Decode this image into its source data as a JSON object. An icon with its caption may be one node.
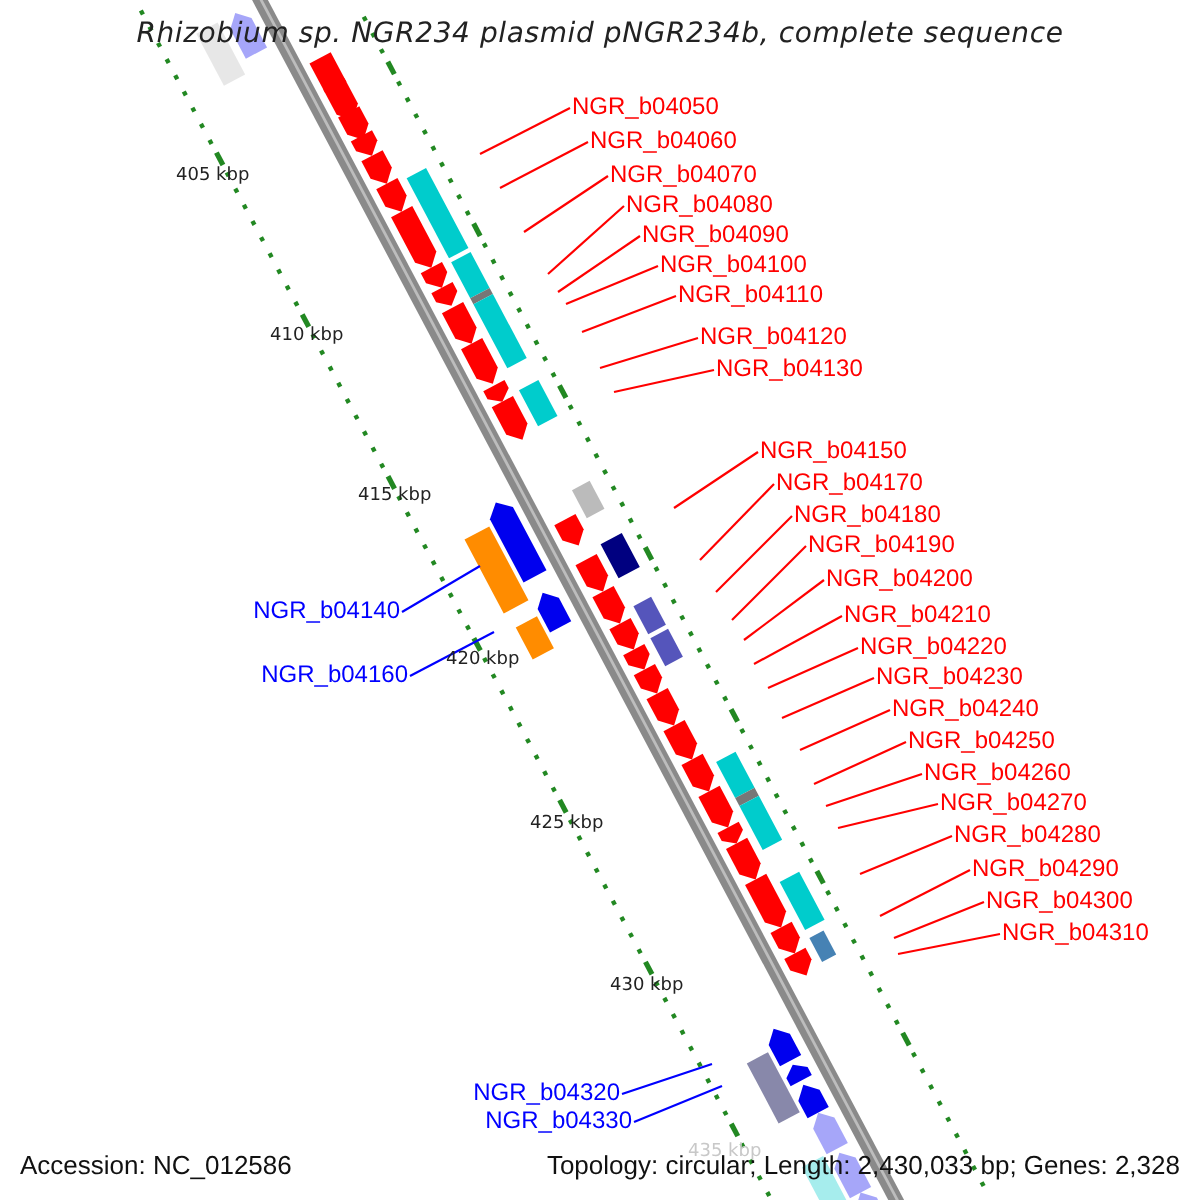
{
  "diagram": {
    "title": "Rhizobium sp. NGR234 plasmid pNGR234b, complete sequence",
    "nodes": [
      {
        "text": [
          "NGR_b04050"
        ]
      },
      {
        "text": [
          "NGR_b04060"
        ]
      },
      {
        "text": [
          "NGR_b04070"
        ]
      },
      {
        "text": [
          "NGR_b04080"
        ]
      },
      {
        "text": [
          "NGR_b04090"
        ]
      },
      {
        "text": [
          "NGR_b04100"
        ]
      },
      {
        "text": [
          "NGR_b04110"
        ]
      },
      {
        "text": [
          "NGR_b04120"
        ]
      },
      {
        "text": [
          "NGR_b04130"
        ]
      },
      {
        "text": [
          "NGR_b04140"
        ]
      },
      {
        "text": [
          "NGR_b04150"
        ]
      },
      {
        "text": [
          "NGR_b04160"
        ]
      },
      {
        "text": [
          "NGR_b04170"
        ]
      },
      {
        "text": [
          "NGR_b04180"
        ]
      },
      {
        "text": [
          "NGR_b04190"
        ]
      },
      {
        "text": [
          "NGR_b04200"
        ]
      },
      {
        "text": [
          "NGR_b04210"
        ]
      },
      {
        "text": [
          "NGR_b04220"
        ]
      },
      {
        "text": [
          "NGR_b04230"
        ]
      },
      {
        "text": [
          "NGR_b04240"
        ]
      },
      {
        "text": [
          "NGR_b04250"
        ]
      },
      {
        "text": [
          "NGR_b04260"
        ]
      },
      {
        "text": [
          "NGR_b04270"
        ]
      },
      {
        "text": [
          "NGR_b04280"
        ]
      },
      {
        "text": [
          "NGR_b04290"
        ]
      },
      {
        "text": [
          "NGR_b04300"
        ]
      },
      {
        "text": [
          "NGR_b04310"
        ]
      },
      {
        "text": [
          "NGR_b04320"
        ]
      },
      {
        "text": [
          "NGR_b04330"
        ]
      }
    ],
    "edges": [
      {
        "from": 0,
        "to": null,
        "arrow": "none"
      },
      {
        "from": 1,
        "to": null,
        "arrow": "none"
      },
      {
        "from": 2,
        "to": null,
        "arrow": "none"
      },
      {
        "from": 3,
        "to": null,
        "arrow": "none"
      },
      {
        "from": 4,
        "to": null,
        "arrow": "none"
      },
      {
        "from": 5,
        "to": null,
        "arrow": "none"
      },
      {
        "from": 6,
        "to": null,
        "arrow": "none"
      },
      {
        "from": 7,
        "to": null,
        "arrow": "none"
      },
      {
        "from": 8,
        "to": null,
        "arrow": "none"
      },
      {
        "from": 9,
        "to": null,
        "arrow": "none",
        "color": "#0000ff"
      },
      {
        "from": 10,
        "to": null,
        "arrow": "none"
      },
      {
        "from": 11,
        "to": null,
        "arrow": "none",
        "color": "#0000ff"
      },
      {
        "from": 12,
        "to": null,
        "arrow": "none"
      },
      {
        "from": 13,
        "to": null,
        "arrow": "none"
      },
      {
        "from": 14,
        "to": null,
        "arrow": "none"
      },
      {
        "from": 15,
        "to": null,
        "arrow": "none"
      },
      {
        "from": 16,
        "to": null,
        "arrow": "none"
      },
      {
        "from": 17,
        "to": null,
        "arrow": "none"
      },
      {
        "from": 18,
        "to": null,
        "arrow": "none"
      },
      {
        "from": 19,
        "to": null,
        "arrow": "none"
      },
      {
        "from": 20,
        "to": null,
        "arrow": "none"
      },
      {
        "from": 21,
        "to": null,
        "arrow": "none"
      },
      {
        "from": 22,
        "to": null,
        "arrow": "none"
      },
      {
        "from": 23,
        "to": null,
        "arrow": "none"
      },
      {
        "from": 24,
        "to": null,
        "arrow": "none"
      },
      {
        "from": 25,
        "to": null,
        "arrow": "none"
      },
      {
        "from": 26,
        "to": null,
        "arrow": "none"
      },
      {
        "from": 27,
        "to": null,
        "arrow": "none",
        "color": "#0000ff"
      },
      {
        "from": 28,
        "to": null,
        "arrow": "none",
        "color": "#0000ff"
      }
    ],
    "labels": [
      "405 kbp",
      "410 kbp",
      "415 kbp",
      "420 kbp",
      "425 kbp",
      "430 kbp",
      "435 kbp",
      "Accession: NC_012586",
      "Topology: circular; Length: 2,430,033 bp; Genes: 2,328"
    ]
  }
}
